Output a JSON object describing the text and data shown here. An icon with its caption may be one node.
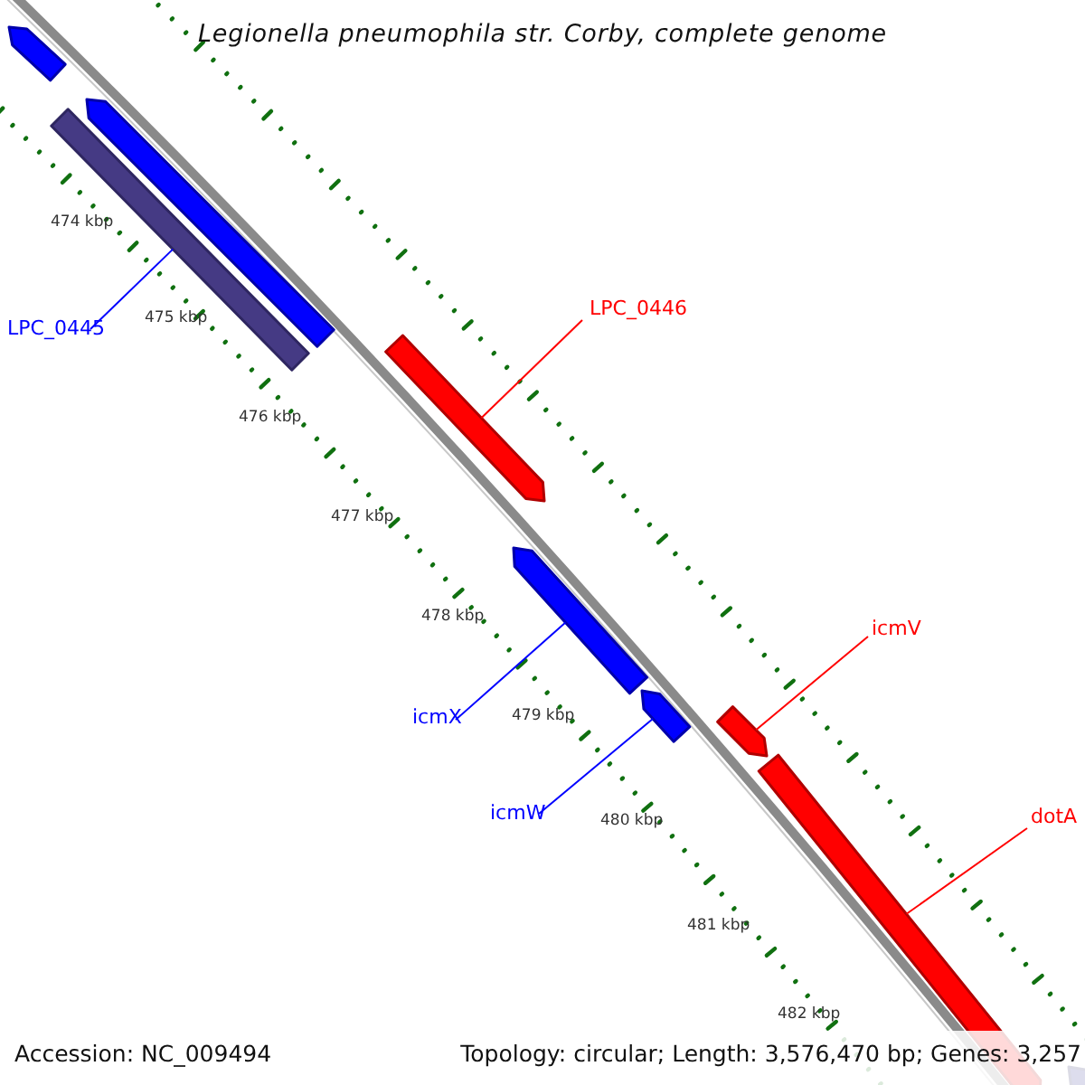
{
  "diagram": {
    "title": "Legionella pneumophila str. Corby, complete genome",
    "nodes": [
      {
        "text": [],
        "shape": "bar"
      },
      {
        "text": [],
        "shape": "bar"
      },
      {
        "text": [],
        "shape": "bar"
      },
      {
        "text": [
          "LPC_0445"
        ]
      },
      {
        "text": [
          "LPC_0446"
        ]
      },
      {
        "text": [],
        "shape": "bar"
      },
      {
        "text": [],
        "shape": "bar"
      },
      {
        "text": [
          "icmV"
        ]
      },
      {
        "text": [
          "icmX"
        ]
      },
      {
        "text": [],
        "shape": "bar"
      },
      {
        "text": [],
        "shape": "bar"
      },
      {
        "text": [
          "icmW"
        ]
      },
      {
        "text": [
          "dotA"
        ]
      },
      {
        "text": [],
        "shape": "bar"
      },
      {
        "text": [],
        "shape": "bar"
      }
    ],
    "edges": [
      {
        "from": 3,
        "to": 2,
        "arrow": "none",
        "color": "#0000ff"
      },
      {
        "from": 4,
        "to": 5,
        "arrow": "none",
        "color": "#ff0000"
      },
      {
        "from": 8,
        "to": 6,
        "arrow": "none",
        "color": "#0000ff"
      },
      {
        "from": 11,
        "to": 9,
        "arrow": "none",
        "color": "#0000ff"
      },
      {
        "from": 7,
        "to": 10,
        "arrow": "none",
        "color": "#ff0000"
      },
      {
        "from": 12,
        "to": 13,
        "arrow": "none",
        "color": "#ff0000"
      }
    ],
    "labels": [
      "474 kbp",
      "475 kbp",
      "476 kbp",
      "477 kbp",
      "478 kbp",
      "479 kbp",
      "480 kbp",
      "481 kbp",
      "482 kbp",
      "Accession: NC_009494",
      "Topology: circular; Length: 3,576,470 bp; Genes: 3,257"
    ]
  }
}
